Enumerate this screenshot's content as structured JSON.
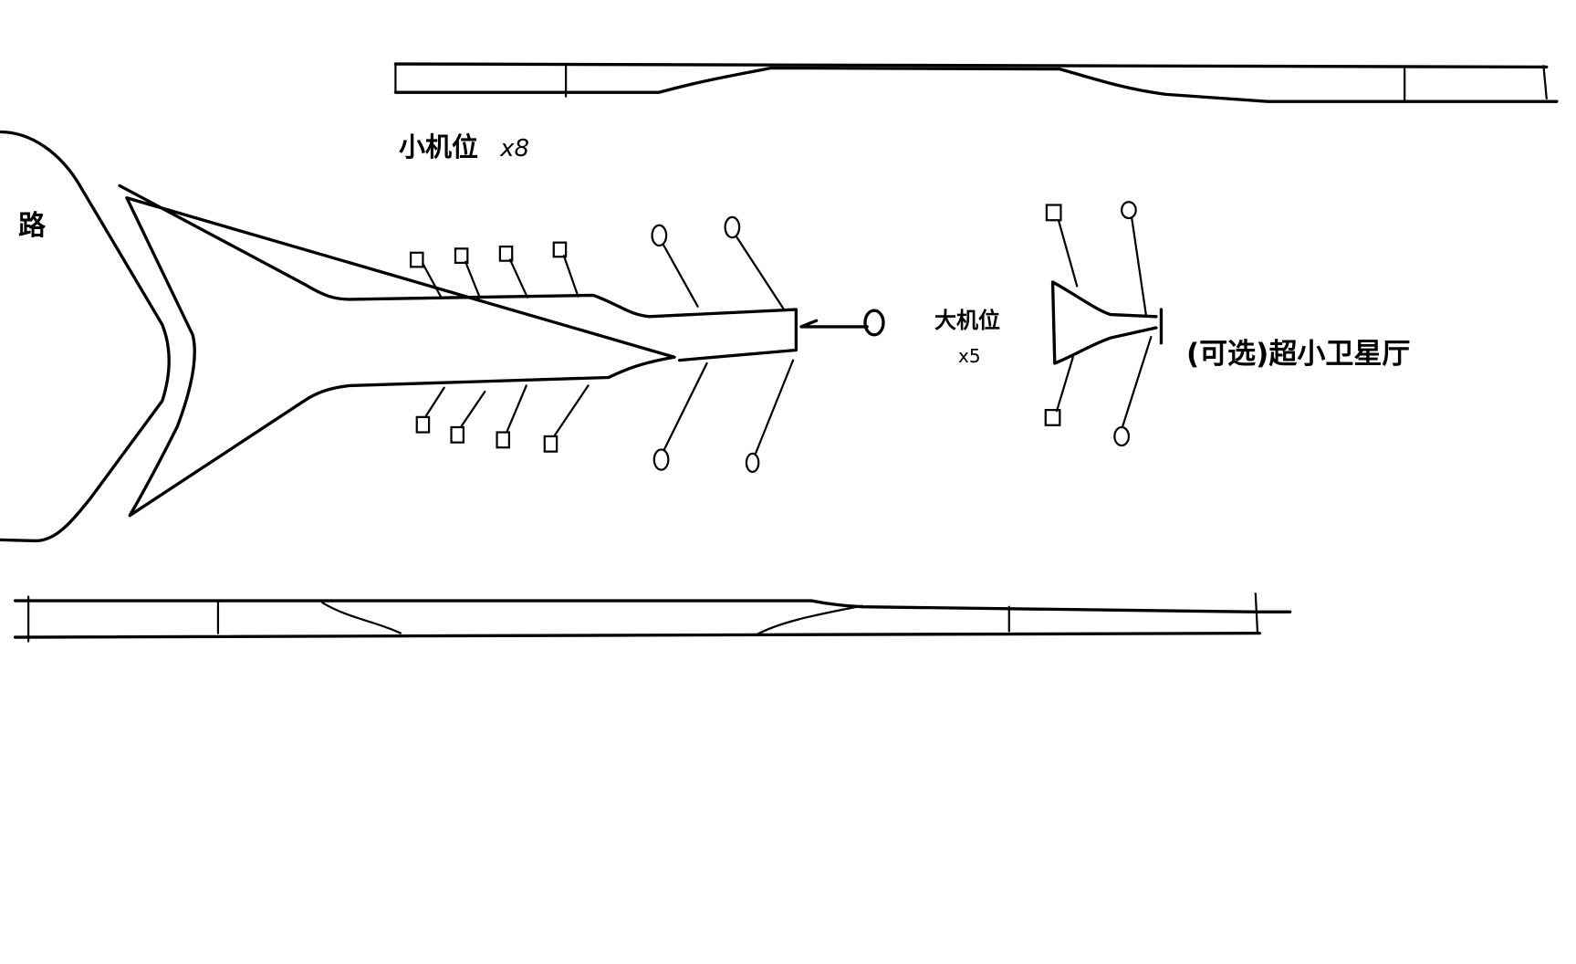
{
  "labels": {
    "road": "路",
    "small_stands": "小机位",
    "small_stands_count": "x8",
    "large_stands": "大机位",
    "large_stands_count": "x5",
    "satellite": "(可选)超小卫星厅"
  },
  "colors": {
    "ink": "#000000",
    "background": "#ffffff"
  }
}
